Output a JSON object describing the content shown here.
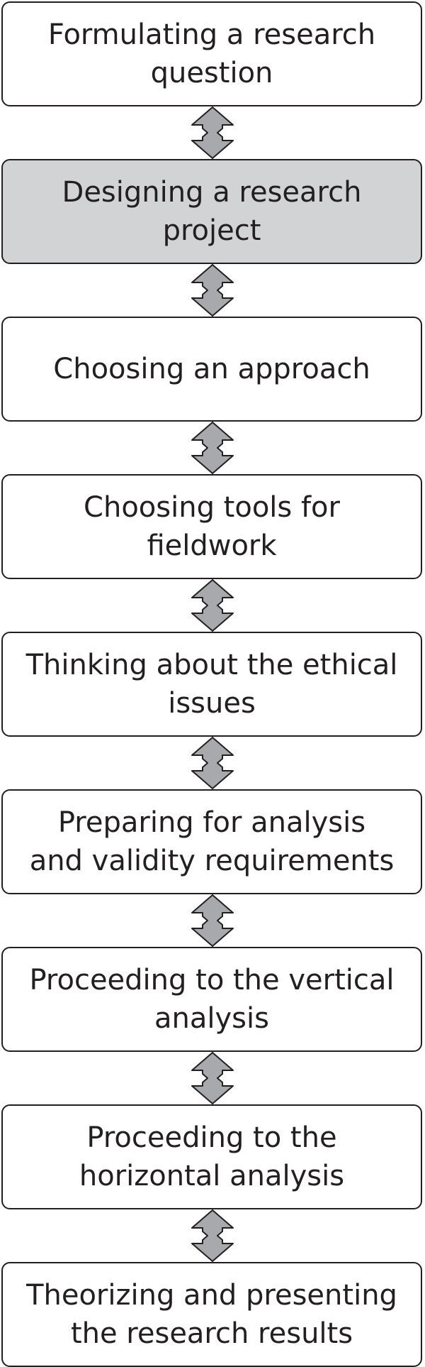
{
  "diagram": {
    "type": "vertical-flow",
    "step_fill": "#ffffff",
    "highlight_fill": "#d1d3d4",
    "border_color": "#231f20",
    "arrow_fill": "#a7a9ac",
    "arrow_icon": "double-headed-vertical-arrow-icon",
    "steps": [
      {
        "label": "Formulating a research\nquestion",
        "highlighted": false
      },
      {
        "label": "Designing a research\nproject",
        "highlighted": true
      },
      {
        "label": "Choosing an approach",
        "highlighted": false
      },
      {
        "label": "Choosing tools for\nfieldwork",
        "highlighted": false
      },
      {
        "label": "Thinking about the ethical\nissues",
        "highlighted": false
      },
      {
        "label": "Preparing for analysis\nand validity requirements",
        "highlighted": false
      },
      {
        "label": "Proceeding to the vertical\nanalysis",
        "highlighted": false
      },
      {
        "label": "Proceeding to the\nhorizontal analysis",
        "highlighted": false
      },
      {
        "label": "Theorizing and presenting\nthe research results",
        "highlighted": false
      }
    ]
  }
}
